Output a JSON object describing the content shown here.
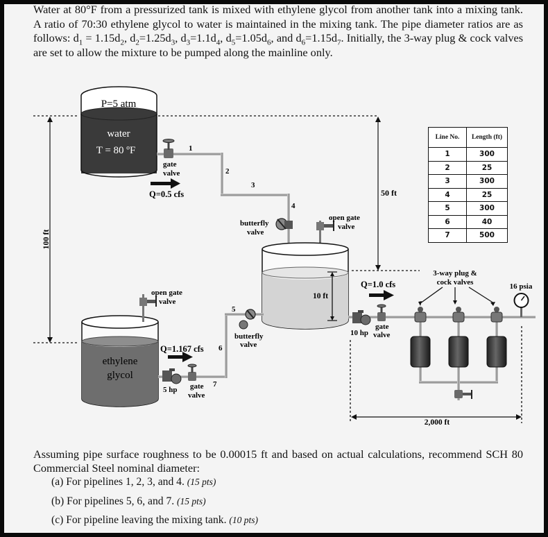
{
  "problem": {
    "intro_a": "Water at 80°F from a pressurized tank is mixed with ethylene glycol from another tank into a mixing tank. A ratio of 70:30 ethylene glycol to water is maintained in the mixing tank. The pipe diameter ratios are as follows: d",
    "r1": "1",
    "eq1": " = 1.15d",
    "r2": "2",
    "eq2": ", d",
    "r2b": "2",
    "eq3": "=1.25d",
    "r3": "3",
    "eq4": ", d",
    "r3b": "3",
    "eq5": "=1.1d",
    "r4": "4",
    "eq6": ", d",
    "r5": "5",
    "eq7": "=1.05d",
    "r6": "6",
    "eq8": ", and d",
    "r6b": "6",
    "eq9": "=1.15d",
    "r7": "7",
    "intro_b": ". Initially, the 3-way plug & cock valves are set to allow the mixture to be pumped along the mainline only.",
    "assumption": "Assuming pipe surface roughness to be 0.00015 ft and based on actual calculations, recommend SCH 80 Commercial Steel nominal diameter:",
    "questions": [
      {
        "text": "(a) For pipelines 1, 2, 3, and 4. ",
        "pts": "(15 pts)"
      },
      {
        "text": "(b) For pipelines 5, 6, and 7. ",
        "pts": "(15 pts)"
      },
      {
        "text": "(c) For pipeline leaving the mixing tank. ",
        "pts": "(10 pts)"
      }
    ]
  },
  "diagram": {
    "water_tank": {
      "pressure": "P=5 atm",
      "fluid": "water",
      "temp": "T = 80 ºF"
    },
    "glycol_tank": {
      "line1": "ethylene",
      "line2": "glycol"
    },
    "labels": {
      "gate_valve_1a": "gate",
      "gate_valve_1b": "valve",
      "q_water": "Q=0.5 cfs",
      "line1": "1",
      "line2": "2",
      "line3": "3",
      "line4": "4",
      "line5": "5",
      "line6": "6",
      "line7": "7",
      "butterfly_top_a": "butterfly",
      "butterfly_top_b": "valve",
      "open_gate_top_a": "open gate",
      "open_gate_top_b": "valve",
      "open_gate_left_a": "open gate",
      "open_gate_left_b": "valve",
      "butterfly_low_a": "butterfly",
      "butterfly_low_b": "valve",
      "q_glycol": "Q=1.167 cfs",
      "pump_5hp": "5 hp",
      "gate7_a": "gate",
      "gate7_b": "valve",
      "height_100": "100 ft",
      "height_50": "50 ft",
      "level_10": "10 ft",
      "q_out": "Q=1.0 cfs",
      "gate_out_a": "gate",
      "gate_out_b": "valve",
      "pump_10hp": "10 hp",
      "plug_a": "3-way plug &",
      "plug_b": "cock valves",
      "psia": "16 psia",
      "len_2000": "2,000 ft"
    },
    "table": {
      "headers": [
        "Line No.",
        "Length (ft)"
      ],
      "rows": [
        [
          "1",
          "300"
        ],
        [
          "2",
          "25"
        ],
        [
          "3",
          "300"
        ],
        [
          "4",
          "25"
        ],
        [
          "5",
          "300"
        ],
        [
          "6",
          "40"
        ],
        [
          "7",
          "500"
        ]
      ]
    }
  }
}
